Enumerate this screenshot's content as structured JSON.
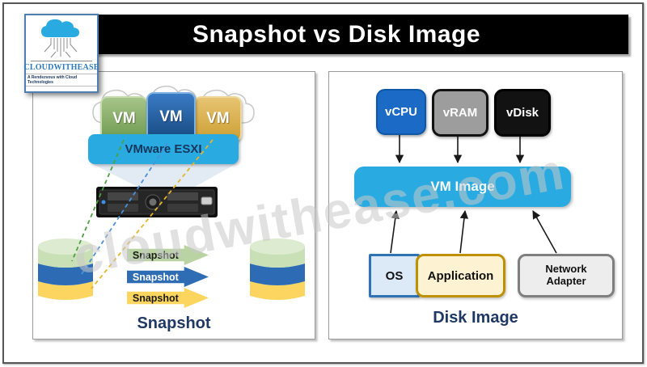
{
  "page": {
    "title": "Snapshot vs Disk Image"
  },
  "logo": {
    "brand": "CLOUDWITHEASE",
    "tagline": "A Rendezvous with Cloud Technologies"
  },
  "watermark": {
    "text": "cloudwithease.com"
  },
  "snapshot_panel": {
    "label": "Snapshot",
    "vms": [
      {
        "label": "VM"
      },
      {
        "label": "VM"
      },
      {
        "label": "VM"
      }
    ],
    "hypervisor_label": "VMware ESXI",
    "arrows": [
      {
        "label": "Snapshot"
      },
      {
        "label": "Snapshot"
      },
      {
        "label": "Snapshot"
      }
    ]
  },
  "disk_image_panel": {
    "label": "Disk Image",
    "components": [
      {
        "label": "vCPU"
      },
      {
        "label": "vRAM"
      },
      {
        "label": "vDisk"
      }
    ],
    "image_label": "VM Image",
    "sources": [
      {
        "label": "OS"
      },
      {
        "label": "Application"
      },
      {
        "label": "Network Adapter"
      }
    ]
  },
  "icons": {
    "logo": "cloud-icon",
    "vm_backdrop": "cloud-icon",
    "hypervisor_host": "server-icon",
    "storage": "database-cylinder-icon"
  },
  "colors": {
    "banner_bg": "#000000",
    "accent_blue": "#29abe2",
    "vcpu_blue": "#1a6ac6",
    "vram_gray": "#9d9d9d",
    "vdisk_black": "#121212",
    "navy_text": "#1f3864",
    "vm_green": "#7ca25e",
    "vm_blue": "#1f5fa9",
    "vm_gold": "#d9b04c",
    "snapshot_arrow_green": "#b9d4a2",
    "snapshot_arrow_blue": "#2e6db4",
    "snapshot_arrow_yellow": "#fbd55d"
  }
}
